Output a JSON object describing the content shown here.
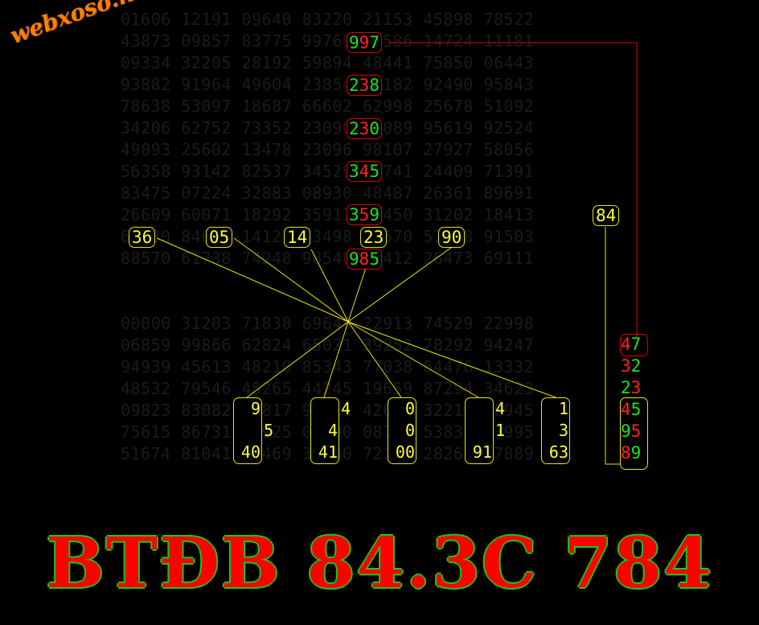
{
  "logo": "webxoso.net",
  "grid_top": [
    "01606 12191 09640 83220 21153 45898 78522",
    "43873 09857 83775 99769 62586 14724 11181",
    "09334 32205 28192 59894 48441 75850 06443",
    "93882 91964 49604 23854 15182 92490 95843",
    "78638 53097 18687 66602 62998 25678 51092",
    "34206 62752 73352 23090 68089 95619 92524",
    "49093 25602 13478 23096 98107 27927 58056",
    "56358 93142 82537 34529 76741 24409 71391",
    "83475 07224 32883 08930 48487 26361 89691",
    "26609 60071 18292 35917 69450 31202 18413",
    "66030 84011 14127 23498 49570 57878 91503",
    "88570 61738 74248 98540 46412 26473 69111"
  ],
  "grid_bottom": [
    "00000 31203 71838 69649 22913 74529 22998",
    "06859 99866 62824 65021 39252 78292 94247",
    "94939 45613 48210 85343 77038 64476 13332",
    "48532 79546 45265 44245 19659 87294 34623",
    "09823 83082 14817 90811 42656 32210 00945",
    "75615 86731 56925 00200 08702 53838 63995",
    "51674 81041 98469 33000 72191 28263 77889"
  ],
  "red_boxes": [
    {
      "digits": [
        "9",
        "9",
        "7"
      ],
      "colors": [
        "g",
        "r",
        "g"
      ]
    },
    {
      "digits": [
        "2",
        "3",
        "8"
      ],
      "colors": [
        "g",
        "r",
        "g"
      ]
    },
    {
      "digits": [
        "2",
        "3",
        "0"
      ],
      "colors": [
        "g",
        "r",
        "g"
      ]
    },
    {
      "digits": [
        "3",
        "4",
        "5"
      ],
      "colors": [
        "g",
        "r",
        "g"
      ]
    },
    {
      "digits": [
        "3",
        "5",
        "9"
      ],
      "colors": [
        "g",
        "r",
        "g"
      ]
    },
    {
      "digits": [
        "9",
        "8",
        "5"
      ],
      "colors": [
        "g",
        "r",
        "g"
      ]
    }
  ],
  "yellow_labels": [
    "36",
    "05",
    "14",
    "23",
    "90"
  ],
  "label_84": "84",
  "columns": [
    [
      "9",
      "   5",
      "40"
    ],
    [
      "   4",
      "4",
      "41"
    ],
    [
      "0",
      "0",
      "00"
    ],
    [
      "   4",
      "   1",
      "91"
    ],
    [
      "1",
      "3",
      "63"
    ]
  ],
  "right_column": [
    {
      "digits": [
        "4",
        "7"
      ],
      "colors": [
        "r",
        "g"
      ]
    },
    {
      "digits": [
        "3",
        "2"
      ],
      "colors": [
        "r",
        "g"
      ]
    },
    {
      "digits": [
        "2",
        "3"
      ],
      "colors": [
        "g",
        "r"
      ]
    },
    {
      "digits": [
        "4",
        "5"
      ],
      "colors": [
        "r",
        "g"
      ]
    },
    {
      "digits": [
        "9",
        "5"
      ],
      "colors": [
        "g",
        "r"
      ]
    },
    {
      "digits": [
        "8",
        "9"
      ],
      "colors": [
        "r",
        "g"
      ]
    }
  ],
  "headline": "BTĐB 84.3C 784",
  "colors": {
    "red": "#ff2222",
    "green": "#19e619",
    "yellow": "#ffff33",
    "orange": "#ff7f00"
  }
}
